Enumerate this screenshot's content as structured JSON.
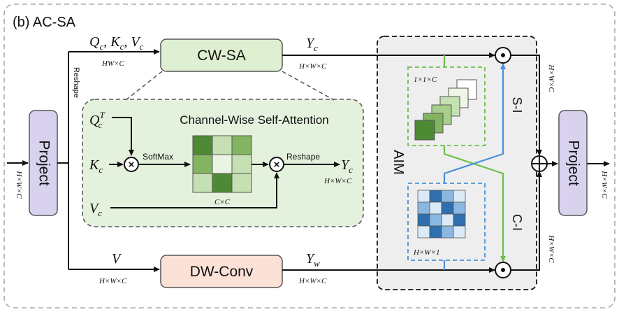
{
  "title": "(b) AC-SA",
  "blocks": {
    "project_left": "Project",
    "project_right": "Project",
    "cwsa": "CW-SA",
    "dwconv": "DW-Conv",
    "aim": "AIM",
    "channel_wise_title": "Channel-Wise Self-Attention"
  },
  "symbols": {
    "qkv": "Q",
    "qkv_sub": "c",
    "k": "K",
    "k_sub": "c",
    "v": "V",
    "v_sub": "c",
    "yc": "Y",
    "yc_sub": "c",
    "v_plain": "V",
    "yw": "Y",
    "yw_sub": "w",
    "qct": "Q",
    "qct_sub": "c",
    "qct_sup": "T",
    "kc": "K",
    "kc_sub": "c",
    "vc": "V",
    "vc_sub": "c",
    "yc_inner": "Y",
    "yc_inner_sub": "c"
  },
  "text": {
    "reshape_vertical": "Reshape",
    "softmax": "SoftMax",
    "reshape_inner": "Reshape",
    "si": "S-I",
    "ci": "C-I"
  },
  "dims": {
    "hw_c": "HW×C",
    "hwc_top": "H×W×C",
    "hwc_bottom_left": "H×W×C",
    "hwc_bottom_mid": "H×W×C",
    "hwc_left": "H×W×C",
    "hwc_inner": "H×W×C",
    "cxc": "C×C",
    "one_one_c": "1×1×C",
    "hw1": "H×W×1",
    "hwc_right_top": "H×W×C",
    "hwc_right_bottom": "H×W×C",
    "hwc_out": "H×W×C"
  },
  "operators": {
    "multiply": "×",
    "add": "+",
    "dot": "⊙"
  },
  "colors": {
    "project_fill": "#d9d2ee",
    "cwsa_fill": "#dff0d2",
    "dwconv_fill": "#fbe1d6",
    "aim_fill": "#eeeeee",
    "attention_panel": "#e4f1dc",
    "green_dark": "#4e8a34",
    "green_mid": "#82b461",
    "green_light": "#c5e0b3",
    "blue_dark": "#2f6fad",
    "blue_mid": "#8bb8e2",
    "blue_light": "#dce9f6",
    "arrow_blue": "#4a90d9",
    "arrow_green": "#6cc04a"
  }
}
